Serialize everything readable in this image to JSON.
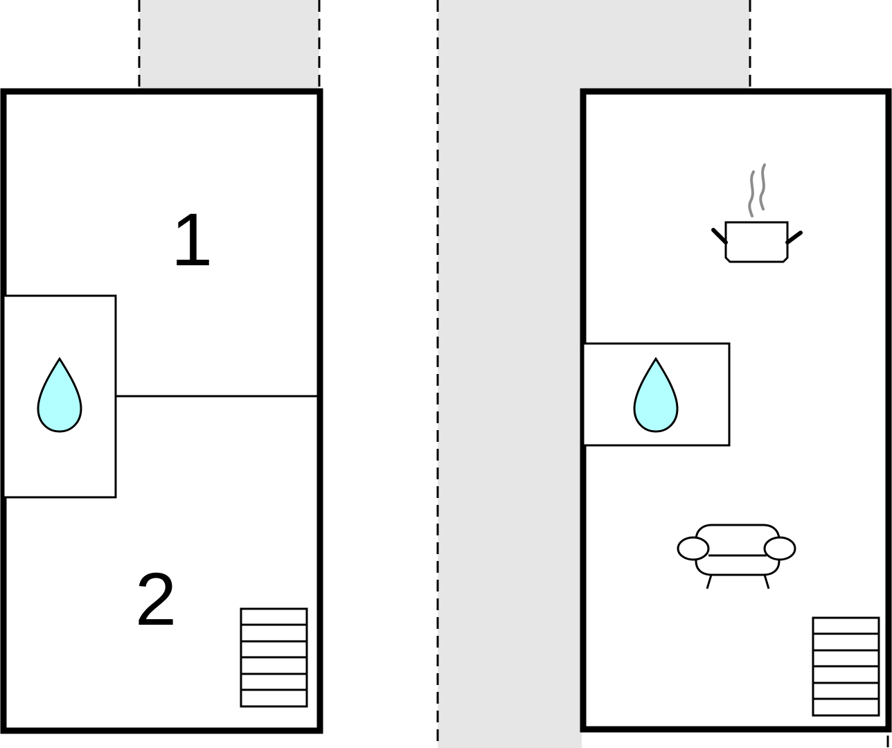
{
  "floorplan": {
    "rooms": [
      {
        "id": "room-1",
        "label": "1"
      },
      {
        "id": "room-2",
        "label": "2"
      }
    ],
    "icons": {
      "left_floor": [
        "water-drop-icon",
        "staircase-icon"
      ],
      "right_floor": [
        "steaming-pot-icon",
        "water-drop-icon",
        "sofa-icon",
        "staircase-icon"
      ]
    },
    "colors": {
      "wall": "#000000",
      "shaded_area": "#e6e6e6",
      "water_drop": "#b3ffff",
      "steam": "#8c8c8c",
      "background": "#ffffff"
    }
  }
}
